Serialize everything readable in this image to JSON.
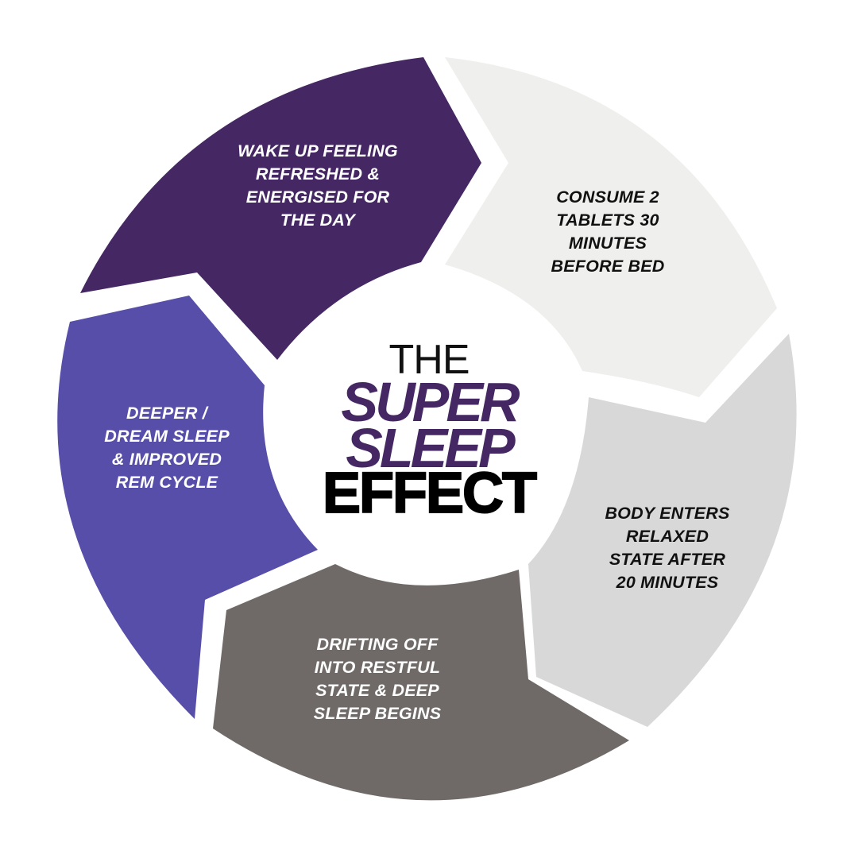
{
  "title": {
    "line1": "THE",
    "line2": "SUPER",
    "line3": "SLEEP",
    "line4": "EFFECT"
  },
  "steps": [
    {
      "id": "wake",
      "text": "WAKE UP FEELING\nREFRESHED  &\nENERGISED FOR\nTHE DAY"
    },
    {
      "id": "consume",
      "text": "CONSUME 2\nTABLETS 30\nMINUTES\nBEFORE BED"
    },
    {
      "id": "body",
      "text": "BODY ENTERS\nRELAXED\nSTATE AFTER\n20 MINUTES"
    },
    {
      "id": "drift",
      "text": "DRIFTING OFF\nINTO RESTFUL\nSTATE & DEEP\nSLEEP BEGINS"
    },
    {
      "id": "deeper",
      "text": "DEEPER /\nDREAM SLEEP\n& IMPROVED\nREM CYCLE"
    }
  ],
  "colors": {
    "wake": "#452863",
    "consume": "#efefed",
    "body": "#d8d8d8",
    "drift": "#6f6a67",
    "deeper": "#564ea8",
    "title_accent": "#452863",
    "title_dark": "#000000"
  }
}
